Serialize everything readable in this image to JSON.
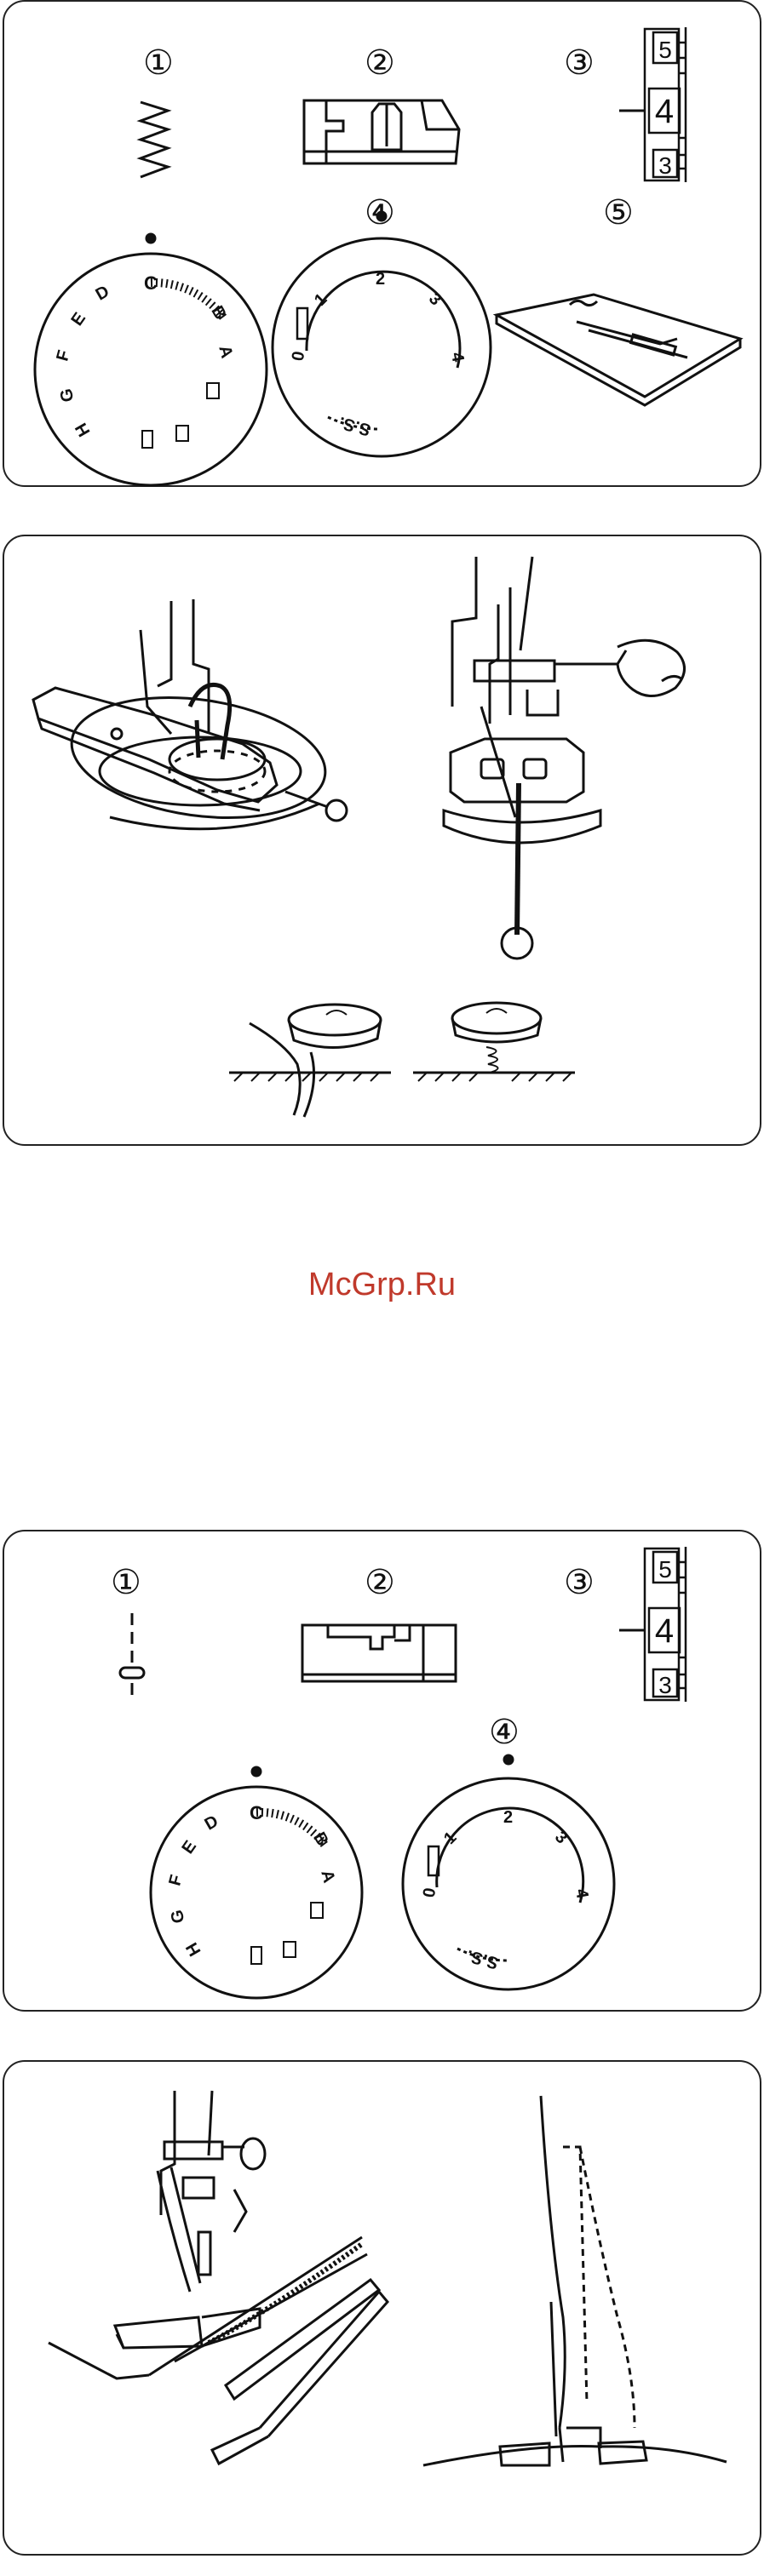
{
  "panel1": {
    "markers": [
      "①",
      "②",
      "③",
      "④",
      "⑤"
    ],
    "length_window": [
      "5",
      "4",
      "3"
    ],
    "pattern_letters": [
      "C",
      "B",
      "A",
      "D",
      "E",
      "F",
      "G",
      "H"
    ],
    "width_marks": [
      "0",
      "1",
      "2",
      "3",
      "4",
      "S.S."
    ]
  },
  "panel3": {
    "markers": [
      "①",
      "②",
      "③",
      "④"
    ],
    "length_window": [
      "5",
      "4",
      "3"
    ],
    "pattern_letters": [
      "C",
      "B",
      "A",
      "D",
      "E",
      "F",
      "G",
      "H"
    ],
    "width_marks": [
      "0",
      "1",
      "2",
      "3",
      "4",
      "S.S."
    ]
  },
  "watermark": "McGrp.Ru"
}
